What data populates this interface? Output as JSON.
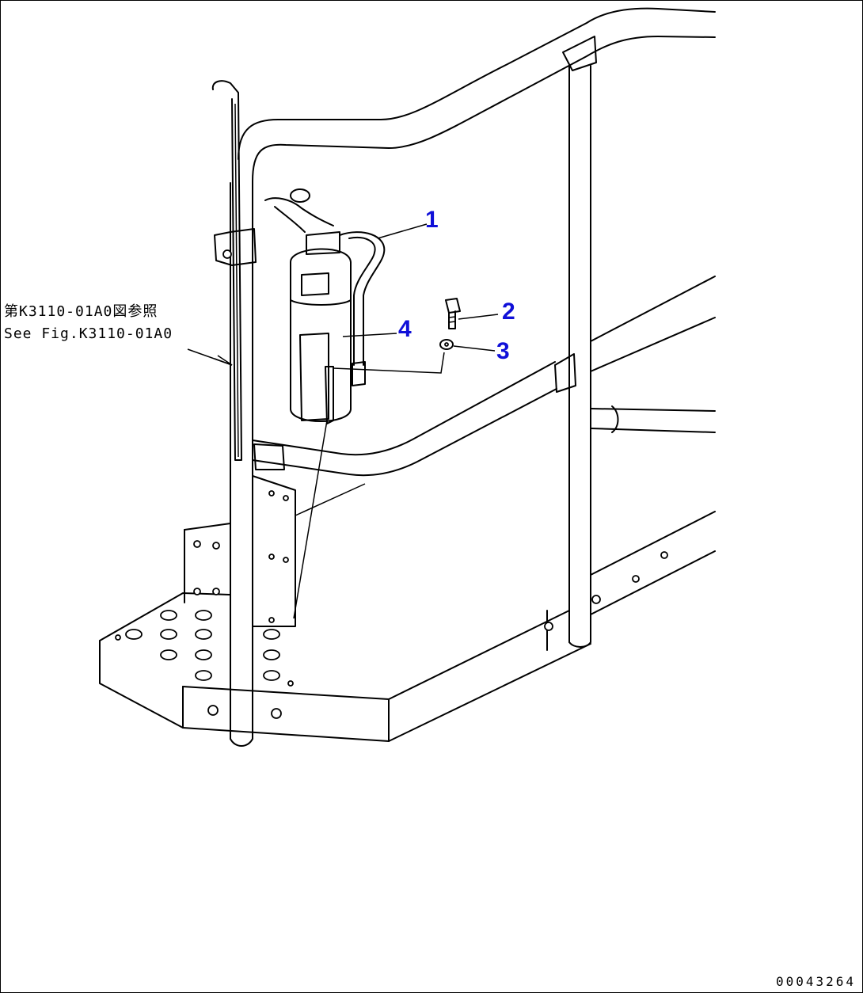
{
  "callouts": {
    "c1": "1",
    "c2": "2",
    "c3": "3",
    "c4": "4"
  },
  "reference": {
    "japanese": "第K3110-01A0図参照",
    "english": "See Fig.K3110-01A0"
  },
  "drawing_number": "00043264",
  "colors": {
    "callout": "#1010d8",
    "lines": "#000000",
    "background": "#ffffff"
  }
}
